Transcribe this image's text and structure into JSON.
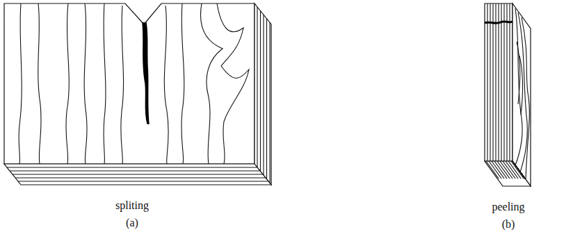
{
  "diagram": {
    "labels": [
      "spliting",
      "(a)",
      "peeling",
      "(b)"
    ]
  }
}
